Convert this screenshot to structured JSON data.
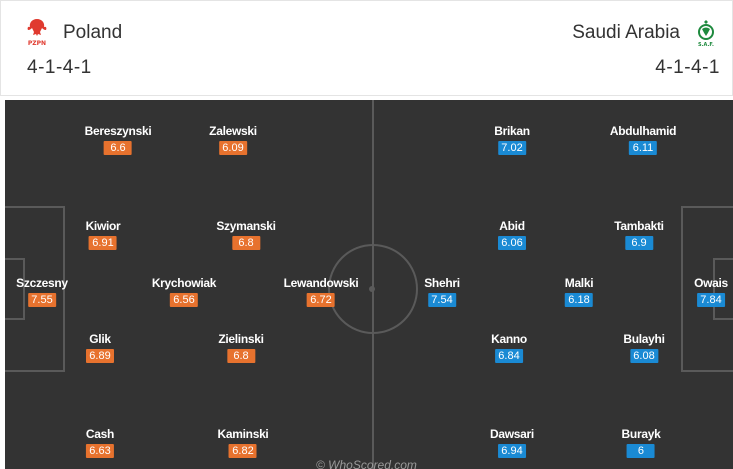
{
  "home": {
    "name": "Poland",
    "formation": "4-1-4-1",
    "crest_icon": "poland-crest-icon",
    "crest_text": "PZPN",
    "color": "#e7722e",
    "players": [
      {
        "name": "Bereszynski",
        "rating": "6.6"
      },
      {
        "name": "Zalewski",
        "rating": "6.09"
      },
      {
        "name": "Kiwior",
        "rating": "6.91"
      },
      {
        "name": "Szymanski",
        "rating": "6.8"
      },
      {
        "name": "Szczesny",
        "rating": "7.55"
      },
      {
        "name": "Krychowiak",
        "rating": "6.56"
      },
      {
        "name": "Lewandowski",
        "rating": "6.72"
      },
      {
        "name": "Glik",
        "rating": "6.89"
      },
      {
        "name": "Zielinski",
        "rating": "6.8"
      },
      {
        "name": "Cash",
        "rating": "6.63"
      },
      {
        "name": "Kaminski",
        "rating": "6.82"
      }
    ]
  },
  "away": {
    "name": "Saudi Arabia",
    "formation": "4-1-4-1",
    "crest_icon": "saudi-arabia-crest-icon",
    "crest_text": "S.A.F.",
    "color": "#1a8ad4",
    "players": [
      {
        "name": "Brikan",
        "rating": "7.02"
      },
      {
        "name": "Abdulhamid",
        "rating": "6.11"
      },
      {
        "name": "Abid",
        "rating": "6.06"
      },
      {
        "name": "Tambakti",
        "rating": "6.9"
      },
      {
        "name": "Shehri",
        "rating": "7.54"
      },
      {
        "name": "Malki",
        "rating": "6.18"
      },
      {
        "name": "Owais",
        "rating": "7.84"
      },
      {
        "name": "Kanno",
        "rating": "6.84"
      },
      {
        "name": "Bulayhi",
        "rating": "6.08"
      },
      {
        "name": "Dawsari",
        "rating": "6.94"
      },
      {
        "name": "Burayk",
        "rating": "6"
      }
    ]
  },
  "watermark": "© WhoScored.com"
}
